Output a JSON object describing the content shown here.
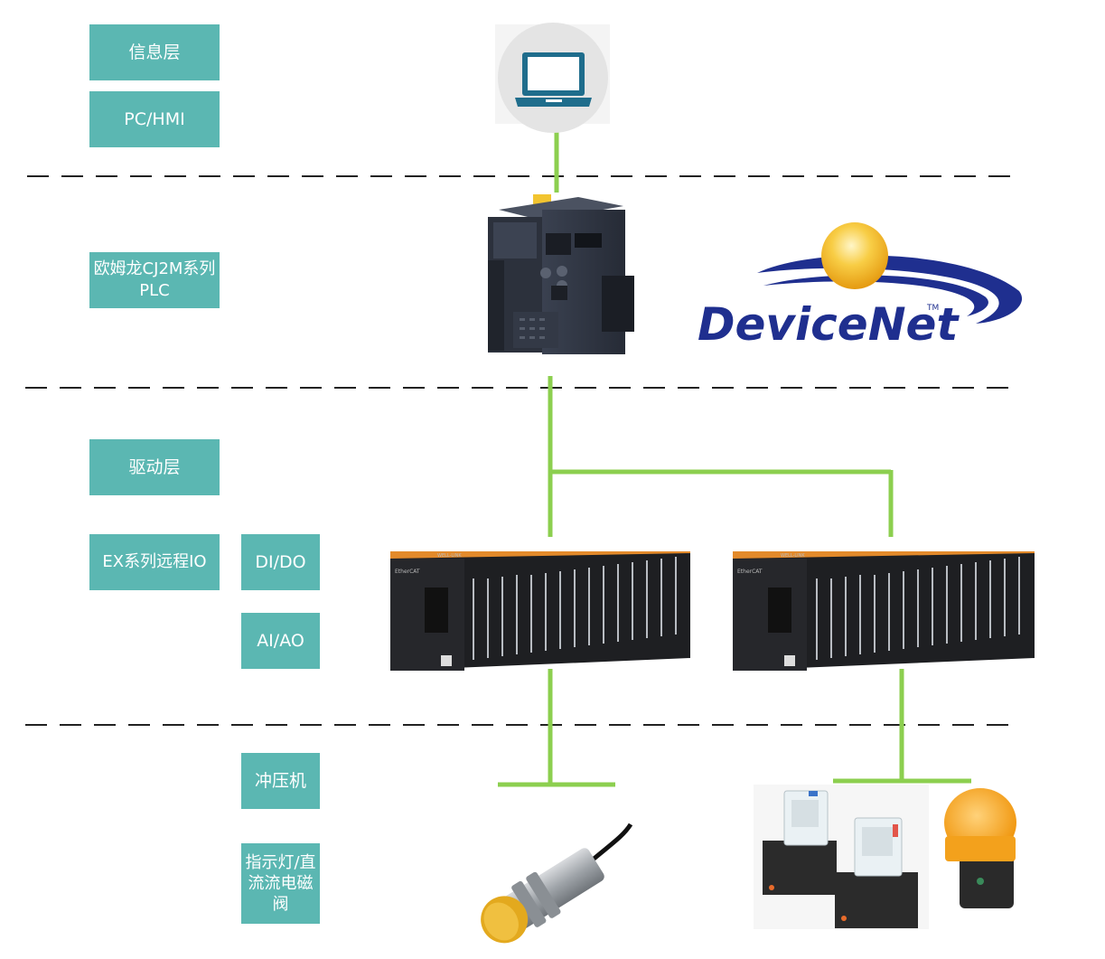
{
  "layers": {
    "info": "信息层",
    "pc_hmi": "PC/HMI",
    "plc": "欧姆龙CJ2M系列PLC",
    "drive": "驱动层",
    "ex_io": "EX系列远程IO",
    "di_do": "DI/DO",
    "ai_ao": "AI/AO",
    "press": "冲压机",
    "indicator": "指示灯/直流流电磁阀"
  },
  "brand": {
    "devicenet": "DeviceNet",
    "tm": "TM",
    "module_brand": "WELL-LINK",
    "module_bus": "EtherCAT"
  },
  "colors": {
    "box_fill": "#5bb7b2",
    "connector": "#8ccf4f",
    "divider": "#222222",
    "devicenet_text": "#1f2f8f",
    "sun": "#f3b321"
  },
  "icons": {
    "pc": "laptop-icon",
    "plc": "plc-controller-image",
    "io_module": "remote-io-module-image",
    "sensor": "proximity-sensor-image",
    "relay": "relay-image",
    "lamp": "indicator-lamp-image"
  }
}
